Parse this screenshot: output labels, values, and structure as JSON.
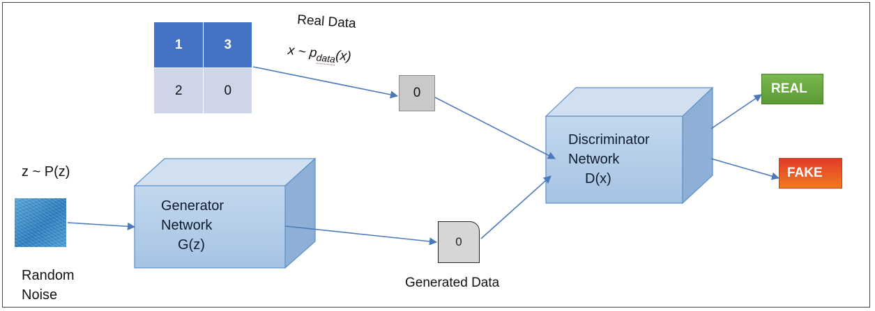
{
  "labels": {
    "random_noise_line1": "Random",
    "random_noise_line2": "Noise",
    "z_dist": "z ~ P(z)",
    "real_data": "Real Data",
    "x_dist_prefix": "x ~ ",
    "x_dist_p": "p",
    "x_dist_sub": "data",
    "x_dist_suffix": "(x)",
    "generated_data": "Generated Data"
  },
  "generator": {
    "line1": "Generator",
    "line2": "Network",
    "line3": "G(z)"
  },
  "discriminator": {
    "line1": "Discriminator",
    "line2": "Network",
    "line3": "D(x)"
  },
  "matrix": {
    "row1": [
      "1",
      "3"
    ],
    "row2": [
      "2",
      "0"
    ]
  },
  "real_sample": "0",
  "generated_sample": "0",
  "outputs": {
    "real": "REAL",
    "fake": "FAKE"
  },
  "colors": {
    "box_front": "#b4cde8",
    "box_top": "#d0e0f1",
    "box_side": "#8fb0d6",
    "box_edge": "#5b8fc8",
    "arrow": "#4a78b8",
    "matrix_header": "#4472c4",
    "matrix_body": "#cfd5e8",
    "real_green": "#6aaa3f",
    "fake_red": "#e8452a"
  }
}
